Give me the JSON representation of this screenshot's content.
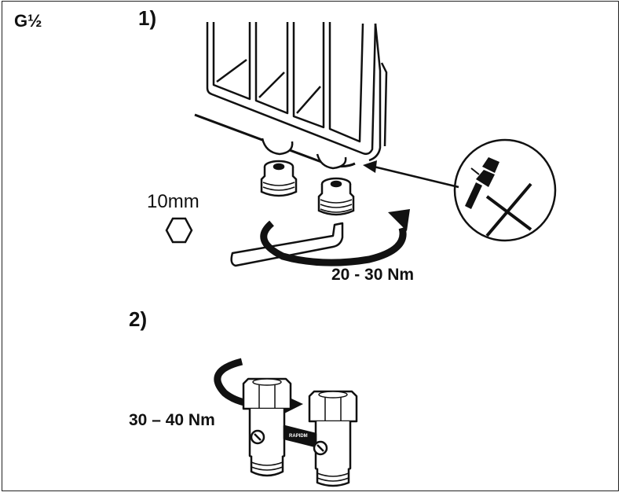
{
  "thread_size": "G½",
  "step1": {
    "number": "1)",
    "wrench_size": "10mm",
    "torque": "20 - 30 Nm"
  },
  "step2": {
    "number": "2)",
    "torque": "30 – 40 Nm",
    "valve_brand": "RAPIDM"
  },
  "colors": {
    "ink": "#111111",
    "paper": "#ffffff"
  }
}
